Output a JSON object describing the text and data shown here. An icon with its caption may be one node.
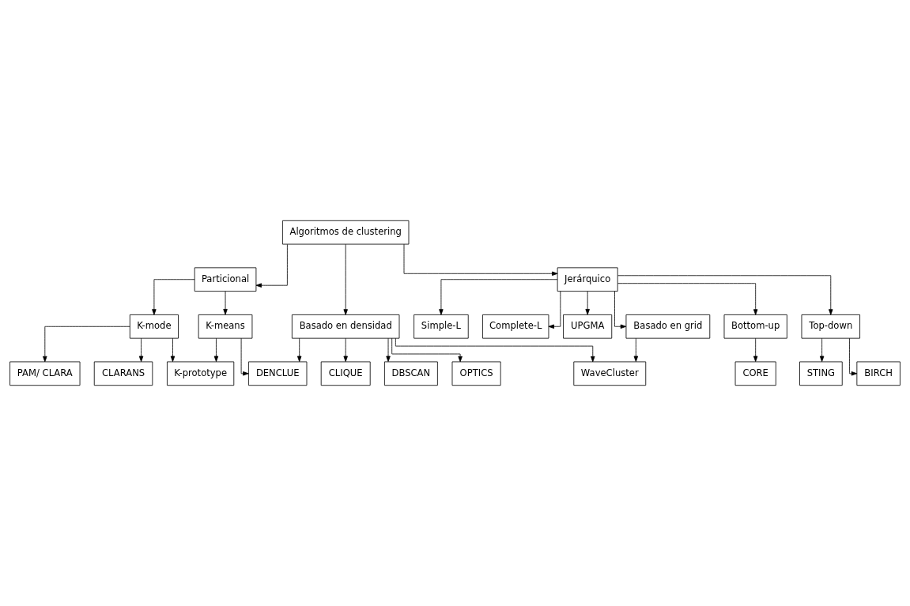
{
  "diagram": {
    "nodes": [
      {
        "text": [
          "Algoritmos de clustering"
        ]
      },
      {
        "text": [
          "Particional"
        ]
      },
      {
        "text": [
          "Jerárquico"
        ]
      },
      {
        "text": [
          "Basado en densidad"
        ]
      },
      {
        "text": [
          "Bottom-up"
        ]
      },
      {
        "text": [
          "Top-down"
        ]
      },
      {
        "text": [
          "DBSCAN"
        ]
      },
      {
        "text": [
          "K-mode"
        ]
      },
      {
        "text": [
          "K-means"
        ]
      },
      {
        "text": [
          "Basado en grid"
        ]
      },
      {
        "text": [
          "K-prototype"
        ]
      },
      {
        "text": [
          "PAM/ CLARA"
        ]
      },
      {
        "text": [
          "CLARANS"
        ]
      },
      {
        "text": [
          "CORE"
        ]
      },
      {
        "text": [
          "BIRCH"
        ]
      },
      {
        "text": [
          "OPTICS"
        ]
      },
      {
        "text": [
          "Simple-L"
        ]
      },
      {
        "text": [
          "Complete-L"
        ]
      },
      {
        "text": [
          "DENCLUE"
        ]
      },
      {
        "text": [
          "WaveCluster"
        ]
      },
      {
        "text": [
          "STING"
        ]
      },
      {
        "text": [
          "CLIQUE"
        ]
      },
      {
        "text": [
          "UPGMA"
        ]
      }
    ],
    "edges": [
      {
        "from": 0,
        "to": 1,
        "arrow": "to"
      },
      {
        "from": 0,
        "to": 2,
        "arrow": "to"
      },
      {
        "from": 0,
        "to": 3,
        "arrow": "to"
      },
      {
        "from": 1,
        "to": 7,
        "arrow": "to"
      },
      {
        "from": 1,
        "to": 8,
        "arrow": "to"
      },
      {
        "from": 2,
        "to": 4,
        "arrow": "to"
      },
      {
        "from": 2,
        "to": 5,
        "arrow": "to"
      },
      {
        "from": 2,
        "to": 9,
        "arrow": "to"
      },
      {
        "from": 2,
        "to": 16,
        "arrow": "to"
      },
      {
        "from": 2,
        "to": 17,
        "arrow": "to"
      },
      {
        "from": 2,
        "to": 22,
        "arrow": "to"
      },
      {
        "from": 3,
        "to": 6,
        "arrow": "to"
      },
      {
        "from": 3,
        "to": 15,
        "arrow": "to"
      },
      {
        "from": 3,
        "to": 21,
        "arrow": "to"
      },
      {
        "from": 3,
        "to": 18,
        "arrow": "to"
      },
      {
        "from": 3,
        "to": 19,
        "arrow": "to"
      },
      {
        "from": 7,
        "to": 10,
        "arrow": "to"
      },
      {
        "from": 8,
        "to": 10,
        "arrow": "to"
      },
      {
        "from": 7,
        "to": 11,
        "arrow": "to"
      },
      {
        "from": 7,
        "to": 12,
        "arrow": "to"
      },
      {
        "from": 8,
        "to": 18,
        "arrow": "to"
      },
      {
        "from": 4,
        "to": 13,
        "arrow": "to"
      },
      {
        "from": 5,
        "to": 14,
        "arrow": "to"
      },
      {
        "from": 5,
        "to": 20,
        "arrow": "to"
      },
      {
        "from": 9,
        "to": 19,
        "arrow": "to"
      }
    ]
  }
}
